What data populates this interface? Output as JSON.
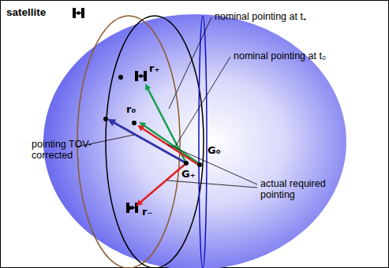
{
  "diagram": {
    "labels": [
      "satellite",
      "nominal pointing at t₊",
      "nominal pointing at t₀",
      "r₊",
      "r₀",
      "pointing TOV-corrected",
      "G₊",
      "G₀",
      "actual required pointing",
      "r₋"
    ]
  }
}
